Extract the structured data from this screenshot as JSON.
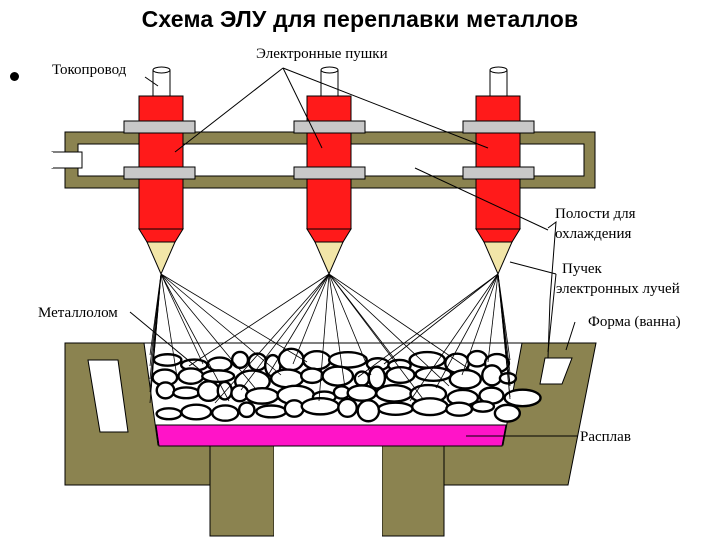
{
  "title": "Схема ЭЛУ для переплавки металлов",
  "labels": {
    "tokoprovod": "Токопровод",
    "guns": "Электронные пушки",
    "cooling_1": "Полости для",
    "cooling_2": "охлаждения",
    "beam_1": "Пучек",
    "beam_2": "электронных лучей",
    "scrap": "Металлолом",
    "mold": "Форма (ванна)",
    "melt": "Расплав"
  },
  "colors": {
    "gun_body": "#ff1a1a",
    "clamp": "#c8c8c8",
    "frame": "#8b8350",
    "melt": "#ff14c8",
    "tip": "#f2e6a8"
  }
}
